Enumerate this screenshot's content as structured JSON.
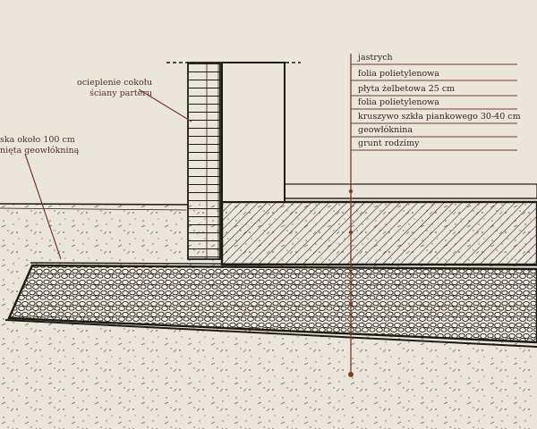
{
  "labels": {
    "plinth_insulation": [
      "ocieplenie cokołu",
      "ściany parteru"
    ],
    "left_note": [
      "ska około 100 cm",
      "nięta geowłókniną"
    ]
  },
  "legend": [
    "jastrych",
    "folia polietylenowa",
    "płyta żelbetowa 25 cm",
    "folia polietylenowa",
    "kruszywo szkła piankowego 30-40 cm",
    "geowłóknina",
    "grunt rodzimy"
  ],
  "colors": {
    "background": "#ebe6dc",
    "ink": "#1e1a16",
    "leader": "#7a3b2a",
    "text": "#5b2e22"
  }
}
